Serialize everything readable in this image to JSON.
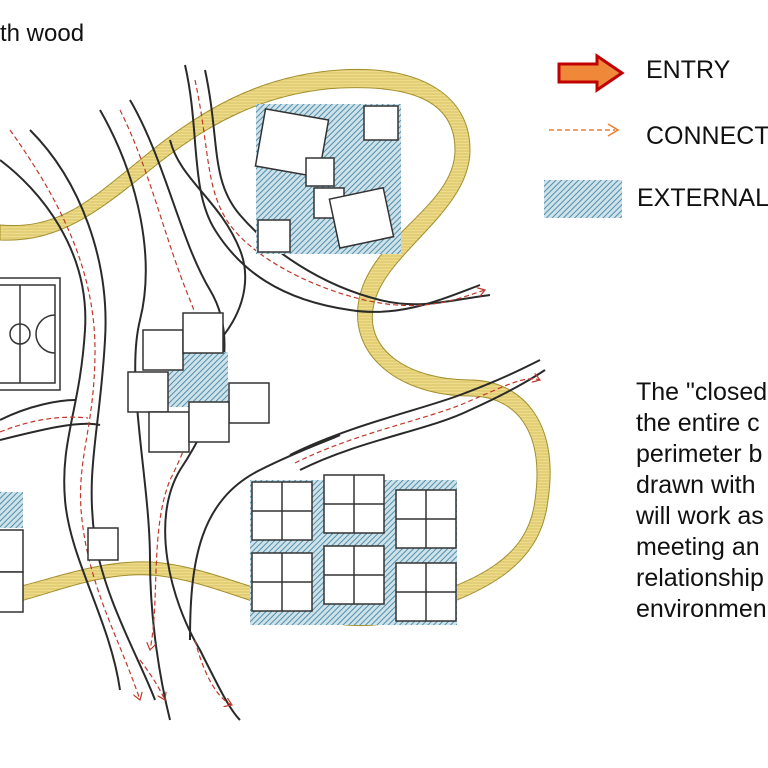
{
  "title": "th wood",
  "legend": {
    "items": [
      {
        "icon": "entry-arrow-icon",
        "label": "ENTRY",
        "color": "#f0883a",
        "stroke": "#c00000"
      },
      {
        "icon": "connection-dashed-arrow-icon",
        "label": "CONNECTI",
        "color": "#ed7d31"
      },
      {
        "icon": "external-space-hatch-icon",
        "label": "EXTERNAL S",
        "color": "#5a9ab5"
      }
    ]
  },
  "description": {
    "lines": [
      "The \"closed",
      "the entire c",
      "perimeter b",
      "drawn with",
      "will work as",
      "meeting an",
      "relationship",
      "environmen"
    ]
  },
  "colors": {
    "wood_band": "#e8d27a",
    "path_line": "#2a2a2a",
    "connection": "#c0392b",
    "external_space": "#5a9ab5"
  }
}
